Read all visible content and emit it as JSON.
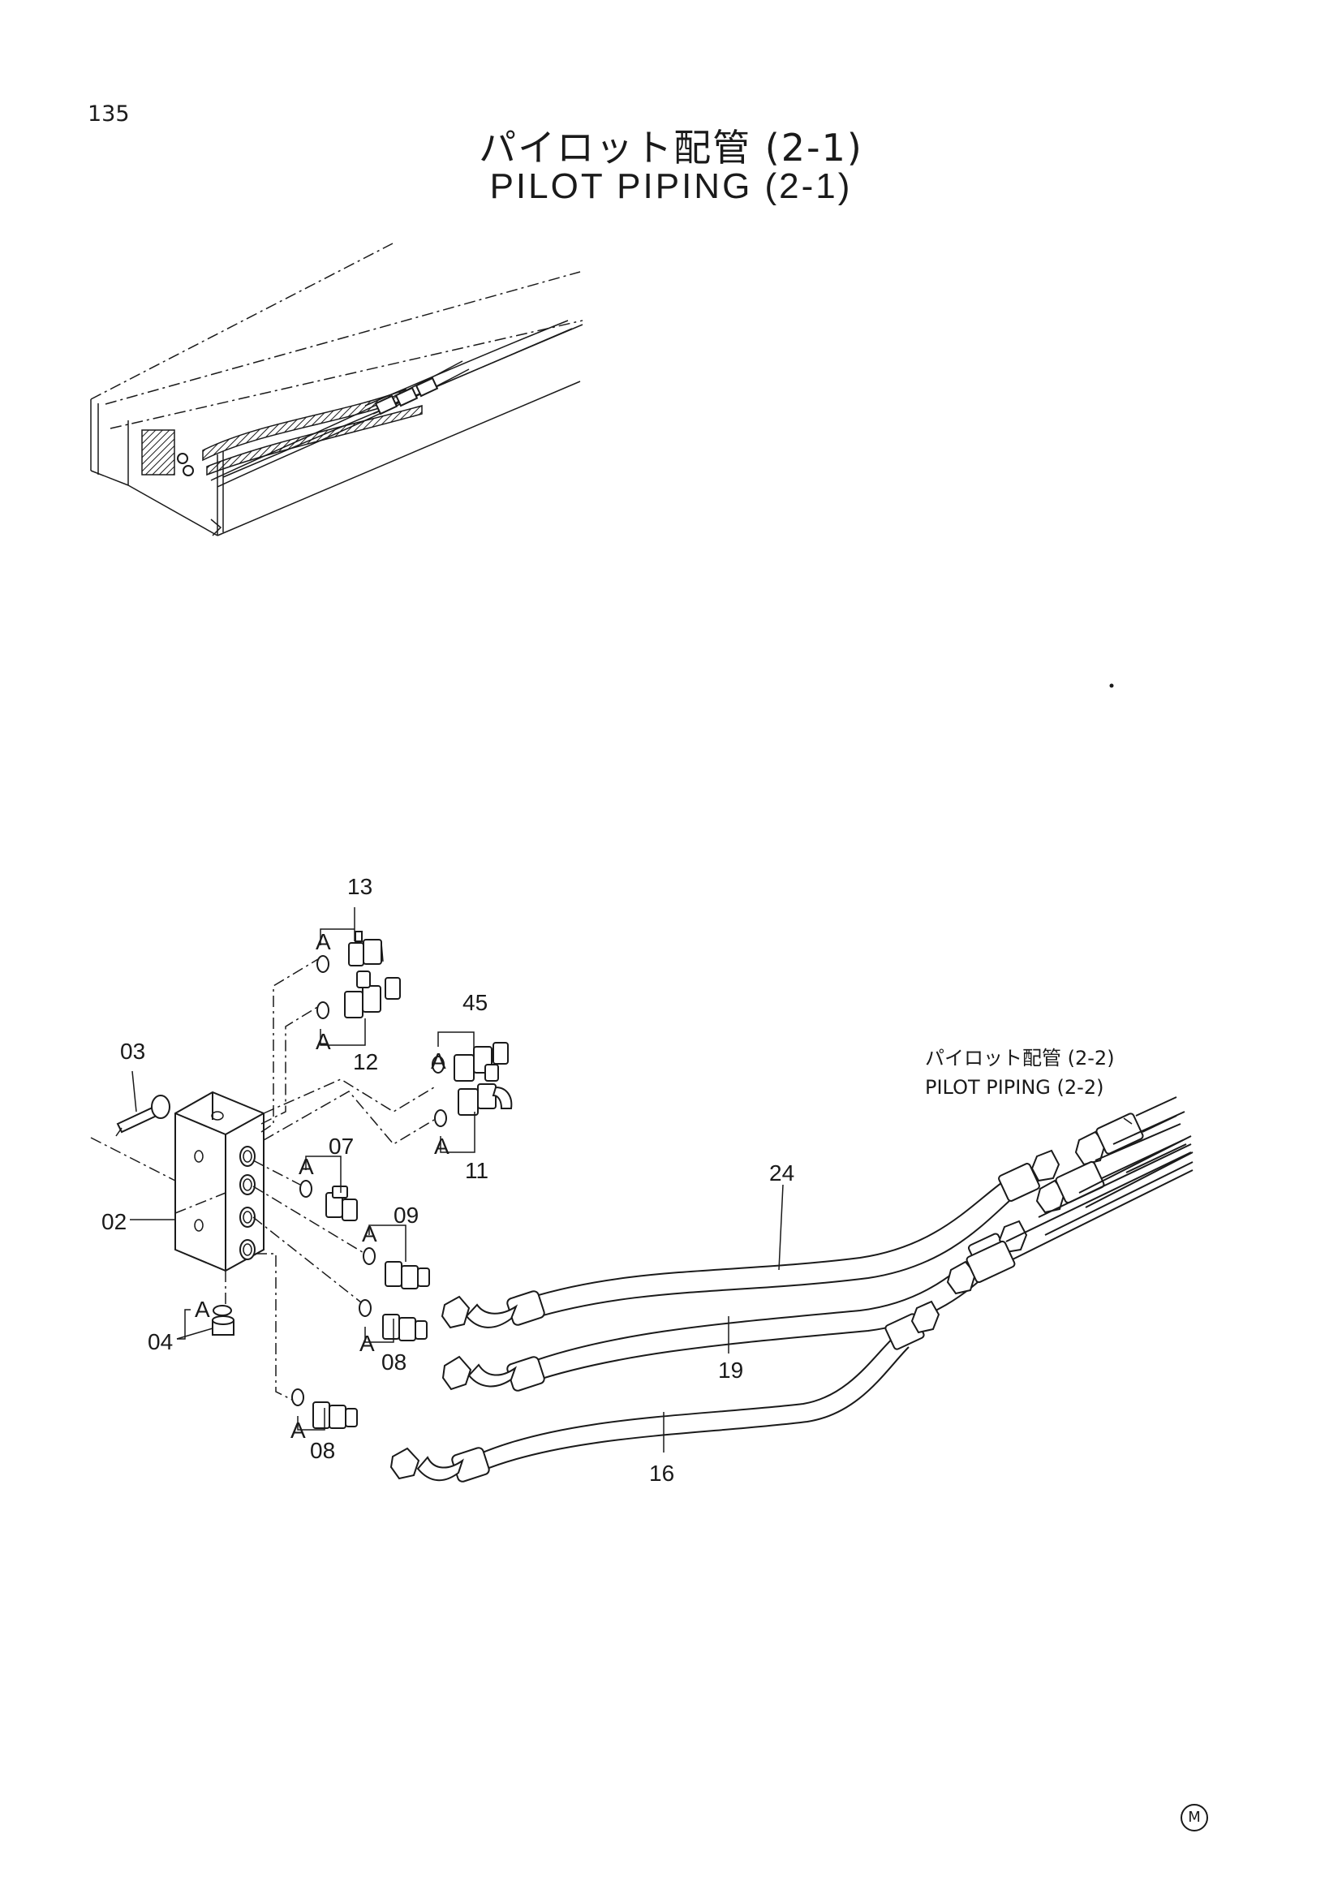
{
  "page": {
    "number": "135",
    "title_jp": "パイロット配管 (2-1)",
    "title_en": "PILOT PIPING (2-1)",
    "mark": "M"
  },
  "cross_reference": {
    "jp": "パイロット配管 (2-2)",
    "en": "PILOT PIPING (2-2)"
  },
  "callouts": {
    "p13": "13",
    "p12": "12",
    "p45": "45",
    "p11": "11",
    "p03": "03",
    "p07": "07",
    "p09": "09",
    "p02": "02",
    "p04": "04",
    "p08a": "08",
    "p08b": "08",
    "p24": "24",
    "p19": "19",
    "p16": "16"
  },
  "ring_labels": [
    "A",
    "A",
    "A",
    "A",
    "A",
    "A",
    "A",
    "A",
    "A"
  ]
}
